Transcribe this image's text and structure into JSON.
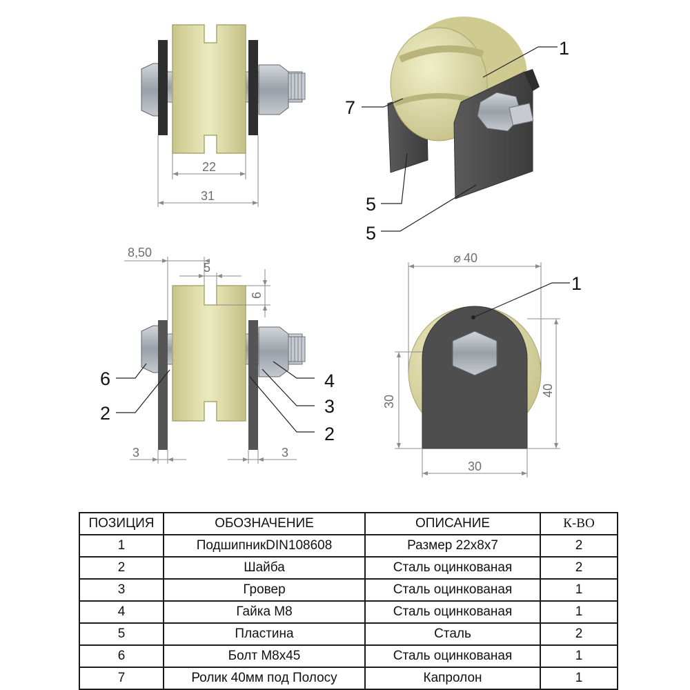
{
  "views": {
    "front": {
      "dims": {
        "groove": "22",
        "overall": "31"
      }
    },
    "iso": {
      "callouts": {
        "c1": "1",
        "c7": "7",
        "c5a": "5",
        "c5b": "5"
      }
    },
    "section": {
      "dims": {
        "offset": "8,50",
        "slot": "5",
        "depth": "6",
        "plate_left": "3",
        "plate_right": "3"
      },
      "callouts": {
        "c6": "6",
        "c2a": "2",
        "c4": "4",
        "c3": "3",
        "c2b": "2"
      }
    },
    "side": {
      "dims": {
        "diameter": "40",
        "plate_height": "30",
        "total_height": "40",
        "plate_width": "30"
      },
      "callouts": {
        "c1": "1"
      }
    }
  },
  "table": {
    "headers": [
      "ПОЗИЦИЯ",
      "ОБОЗНАЧЕНИЕ",
      "ОПИСАНИЕ",
      "К-ВО"
    ],
    "rows": [
      [
        "1",
        "ПодшипникDIN108608",
        "Размер 22х8х7",
        "2"
      ],
      [
        "2",
        "Шайба",
        "Сталь оцинкованая",
        "2"
      ],
      [
        "3",
        "Гровер",
        "Сталь оцинкованая",
        "1"
      ],
      [
        "4",
        "Гайка М8",
        "Сталь оцинкованая",
        "1"
      ],
      [
        "5",
        "Пластина",
        "Сталь",
        "2"
      ],
      [
        "6",
        "Болт М8х45",
        "Сталь оцинкованая",
        "1"
      ],
      [
        "7",
        "Ролик 40мм под Полосу",
        "Капролон",
        "1"
      ]
    ]
  },
  "colors": {
    "roller": "#e2e0a6",
    "plate": "#4c4c4c",
    "bolt": "#b4b9c1",
    "washer": "#2e2e2e",
    "dim_line": "#8a8a8a"
  }
}
